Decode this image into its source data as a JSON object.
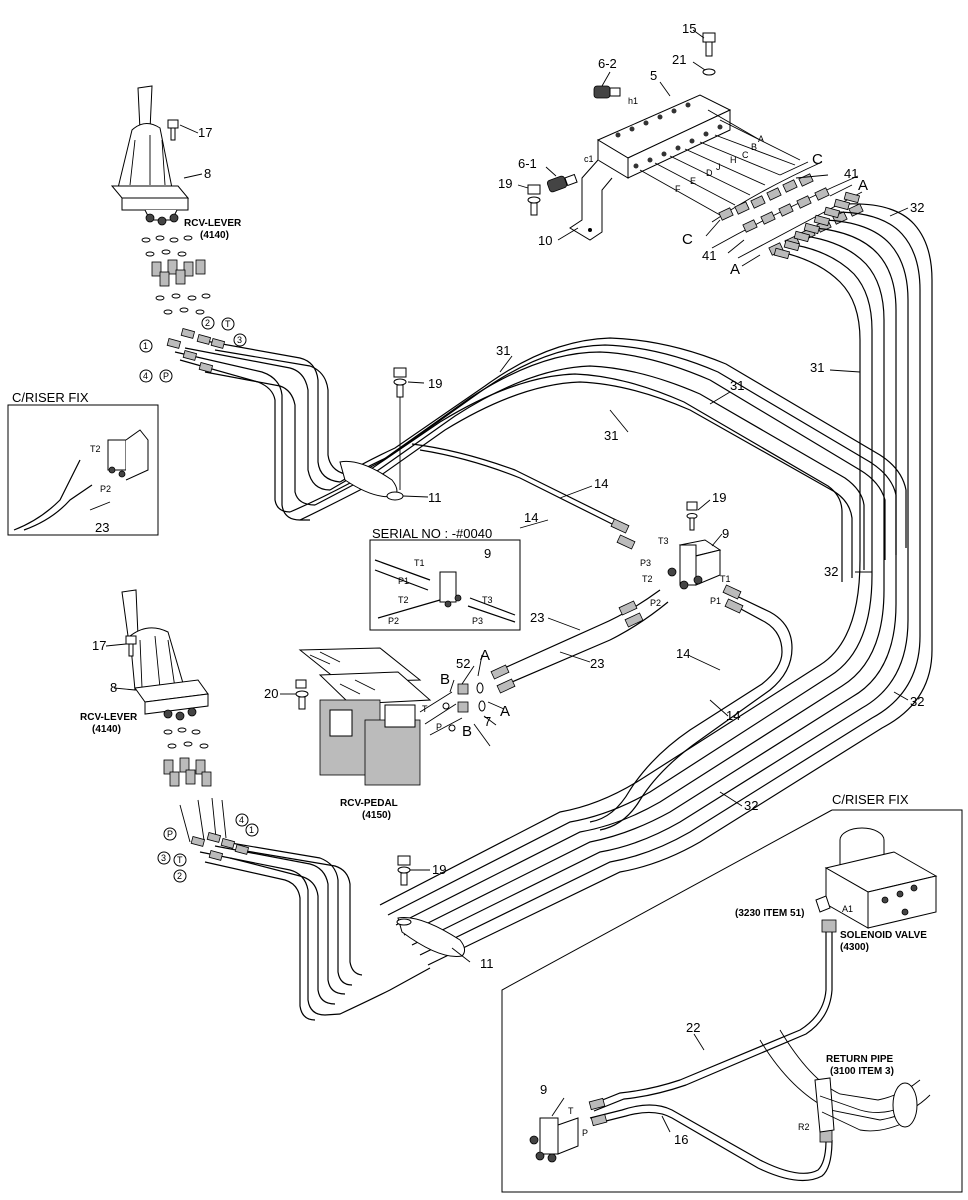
{
  "callouts": {
    "c15": "15",
    "c21": "21",
    "c6_2": "6-2",
    "c5": "5",
    "c6_1": "6-1",
    "c19a": "19",
    "c10": "10",
    "cC1": "C",
    "cC2": "C",
    "c41a": "41",
    "c41b": "41",
    "cA1": "A",
    "cA2": "A",
    "c32a": "32",
    "c17a": "17",
    "c8a": "8",
    "c31a": "31",
    "c31b": "31",
    "c31c": "31",
    "c31d": "31",
    "c19b": "19",
    "c11a": "11",
    "c14a": "14",
    "c14b": "14",
    "c19c": "19",
    "c9a": "9",
    "c9b": "9",
    "c23a": "23",
    "c23b": "23",
    "c23c": "23",
    "c32b": "32",
    "c14c": "14",
    "c14d": "14",
    "c32c": "32",
    "c17b": "17",
    "c8b": "8",
    "c20": "20",
    "c52": "52",
    "cA3": "A",
    "cB1": "B",
    "c7": "7",
    "cA4": "A",
    "cB2": "B",
    "c32d": "32",
    "c19d": "19",
    "c11b": "11",
    "c22": "22",
    "c16": "16",
    "c9c": "9"
  },
  "labels": {
    "rcv_lever_top": "RCV-LEVER",
    "rcv_lever_top_code": "(4140)",
    "rcv_lever_bottom": "RCV-LEVER",
    "rcv_lever_bottom_code": "(4140)",
    "rcv_pedal": "RCV-PEDAL",
    "rcv_pedal_code": "(4150)",
    "riser_fix_left": "C/RISER FIX",
    "riser_fix_right": "C/RISER FIX",
    "serial_no": "SERIAL NO : -#0040",
    "item_ref": "(3230 ITEM 51)",
    "solenoid_valve": "SOLENOID VALVE",
    "solenoid_code": "(4300)",
    "return_pipe": "RETURN PIPE",
    "return_pipe_ref": "(3100 ITEM 3)"
  },
  "ports": {
    "a": "A",
    "b": "B",
    "c": "C",
    "d": "D",
    "e": "E",
    "f": "F",
    "h": "H",
    "j": "J",
    "c1": "c1",
    "h1": "h1",
    "t1": "T1",
    "t2": "T2",
    "t3": "T3",
    "p1": "P1",
    "p2": "P2",
    "p3": "P3",
    "t1s": "T1",
    "t2s": "T2",
    "t3s": "T3",
    "p1s": "P1",
    "p2s": "P2",
    "p3s": "P3",
    "t2r": "T2",
    "p2r": "P2",
    "tpd": "T",
    "ppd": "P",
    "a1": "A1",
    "r2": "R2",
    "t_bot": "T",
    "p_bot": "P"
  },
  "circled": {
    "n1a": "1",
    "n2a": "2",
    "ta": "T",
    "n3a": "3",
    "n4a": "4",
    "pa": "P",
    "pb": "P",
    "n3b": "3",
    "tb": "T",
    "n2b": "2",
    "n4b": "4",
    "n1b": "1"
  }
}
